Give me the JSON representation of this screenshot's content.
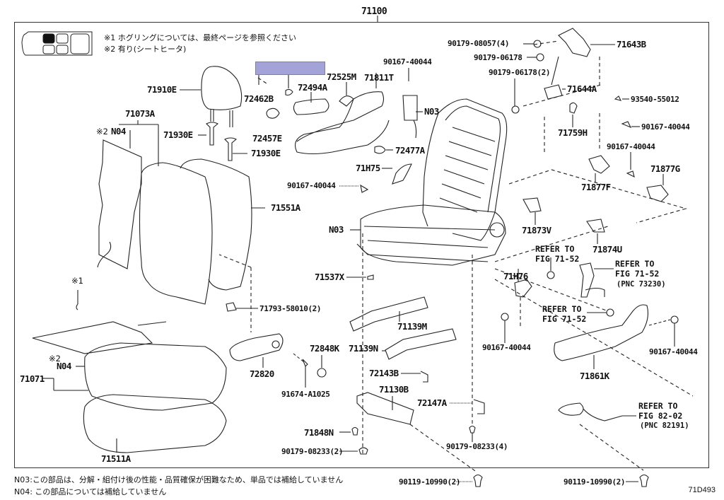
{
  "diagram": {
    "assembly_number": "71100",
    "diagram_id": "71D493",
    "highlight_color": "#a3a3d8",
    "legend_notes": [
      "※1  ホグリングについては、最終ページを参照ください",
      "※2 有り(シートヒータ)"
    ],
    "footer_notes": [
      "N03:この部品は、分解・組付け後の性能・品質確保が困難なため、単品では補給していません",
      "N04: この部品については補給していません"
    ],
    "markers": {
      "hog_ring": "※1",
      "seat_heater_a": "※2",
      "seat_heater_b": "※2"
    },
    "parts": {
      "p71910E": "71910E",
      "p72462B": "72462B",
      "p72494A": "72494A",
      "p72525M": "72525M",
      "p71811T": "71811T",
      "p90167_top": "90167-40044",
      "pN03_top": "N03",
      "p71073A": "71073A",
      "pN04_top": "N04",
      "p71930E_a": "71930E",
      "p72457E": "72457E",
      "p71930E_b": "71930E",
      "p72477A": "72477A",
      "p71H75": "71H75",
      "p90167_mid": "90167-40044",
      "p71551A": "71551A",
      "pN03_mid": "N03",
      "p71537X": "71537X",
      "p71793": "71793-58010(2)",
      "p72848K": "72848K",
      "p71139M": "71139M",
      "p71139N": "71139N",
      "p72820": "72820",
      "p91674": "91674-A1025",
      "p72143B": "72143B",
      "p71130B": "71130B",
      "p72147A": "72147A",
      "p71848N": "71848N",
      "p90179_08233_2": "90179-08233(2)",
      "p90179_08233_4": "90179-08233(4)",
      "p71071": "71071",
      "pN04_bot": "N04",
      "p71511A": "71511A",
      "p90179_08057": "90179-08057(4)",
      "p90179_06178": "90179-06178",
      "p90179_06178_2": "90179-06178(2)",
      "p71643B": "71643B",
      "p71644A": "71644A",
      "p93540": "93540-55012",
      "p71759H": "71759H",
      "p90167_r1": "90167-40044",
      "p90167_r2": "90167-40044",
      "p71877F": "71877F",
      "p71877G": "71877G",
      "p71873V": "71873V",
      "p71874U": "71874U",
      "p71H76": "71H76",
      "p90167_r3": "90167-40044",
      "p71861K": "71861K",
      "p90167_r4": "90167-40044",
      "p90119_a": "90119-10990(2)",
      "p90119_b": "90119-10990(2)"
    },
    "references": {
      "ref1": "REFER TO\nFIG 71-52",
      "ref2_line": "REFER TO\nFIG 71-52",
      "ref2_pnc": "(PNC 73230)",
      "ref3": "REFER TO\nFIG 71-52",
      "ref4_line": "REFER TO\nFIG 82-02",
      "ref4_pnc": "(PNC 82191)"
    }
  }
}
